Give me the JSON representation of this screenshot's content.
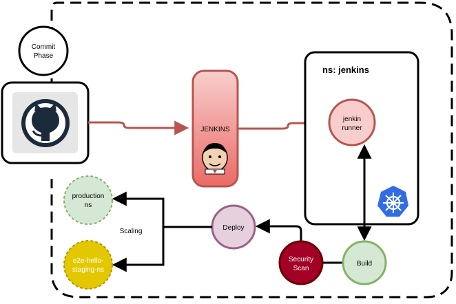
{
  "nodes": {
    "commit_phase": {
      "line1": "Commit",
      "line2": "Phase"
    },
    "jenkins": {
      "label": "JENKINS"
    },
    "namespace": {
      "label": "ns: jenkins"
    },
    "jenkin_runner": {
      "line1": "jenkin",
      "line2": "runner"
    },
    "build": {
      "label": "Build"
    },
    "security_scan": {
      "line1": "Security",
      "line2": "Scan"
    },
    "deploy": {
      "label": "Deploy"
    },
    "production": {
      "line1": "production",
      "line2": "ns"
    },
    "staging": {
      "line1": "e2e-hello-",
      "line2": "staging-ns"
    }
  },
  "edge_labels": {
    "scaling": "Scaling"
  },
  "icons": {
    "source": "github-octocat-icon",
    "jenkins": "jenkins-butler-icon",
    "cluster": "kubernetes-helm-icon"
  },
  "colors": {
    "jenkins_fill": "#f2a0a0",
    "pipeline_arrow": "#b85450",
    "runner_fill": "#f8cecc",
    "build_fill": "#d5e8d4",
    "build_stroke": "#82b366",
    "security_fill": "#a20025",
    "deploy_fill": "#e6d0de",
    "deploy_stroke": "#996185",
    "production_fill": "#d5e8d4",
    "staging_fill": "#e3c800",
    "kubernetes_blue": "#326ce5"
  }
}
